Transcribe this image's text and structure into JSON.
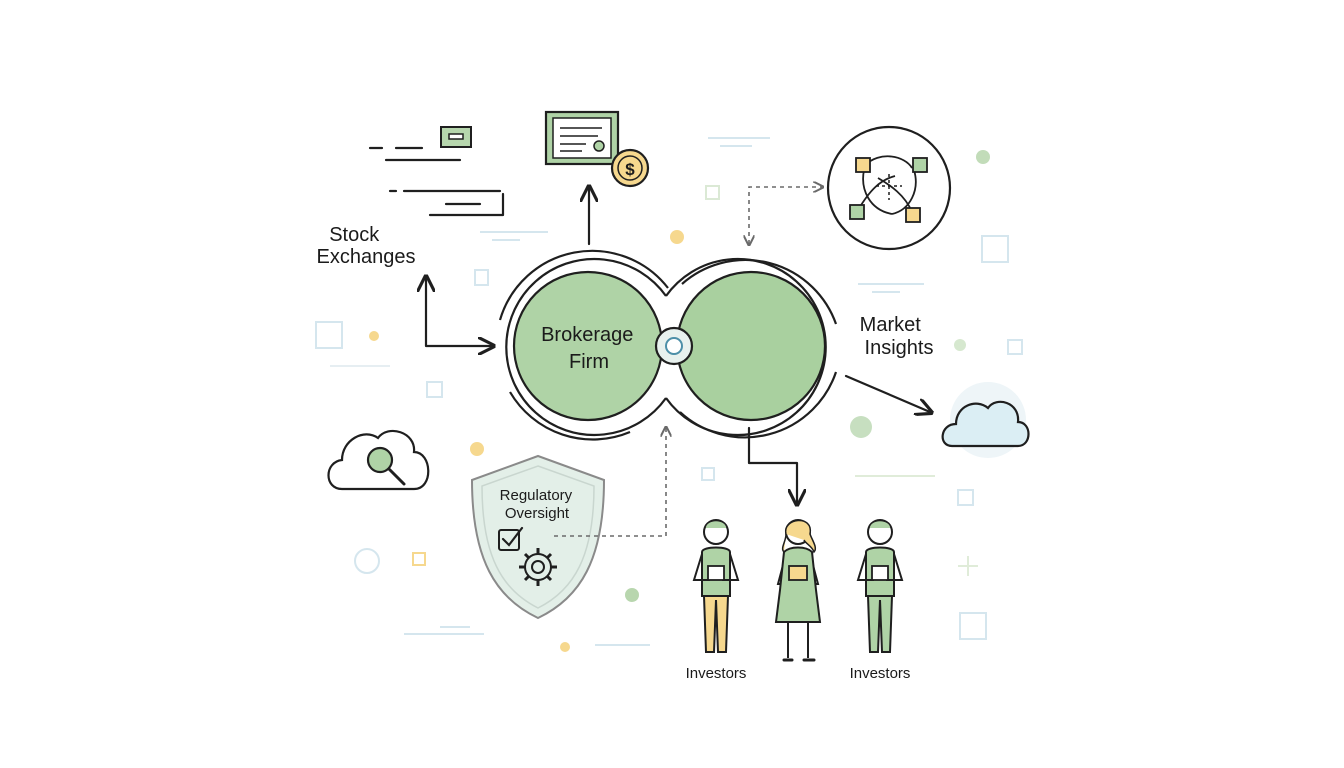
{
  "labels": {
    "stock_exchanges": [
      "Stock",
      "Exchanges"
    ],
    "brokerage_firm": [
      "Brokerage",
      "Firm"
    ],
    "market_insights": [
      "Market",
      "Insights"
    ],
    "regulatory_oversight": [
      "Regulatory",
      "Oversight"
    ],
    "investors_left": "Investors",
    "investors_right": "Investors",
    "dollar_sign": "$"
  },
  "colors": {
    "green": "#afd3a6",
    "yellow": "#f6d88e",
    "outline": "#1f1f1f",
    "pale_blue": "#d5e6ee",
    "shield": "#e3efe8"
  }
}
